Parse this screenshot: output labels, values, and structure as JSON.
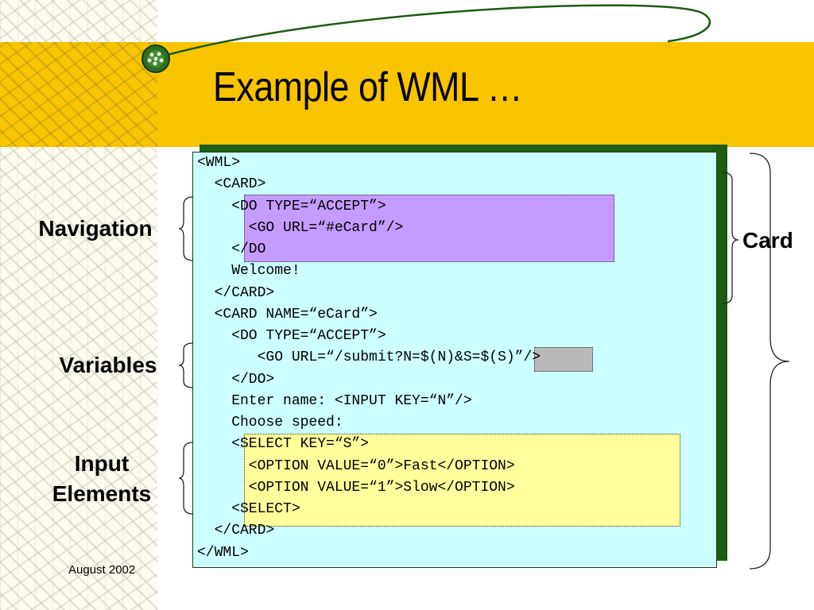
{
  "slide": {
    "title": "Example of WML …",
    "footer_date": "August 2002"
  },
  "labels": {
    "navigation": "Navigation",
    "variables": "Variables",
    "input_line1": "Input",
    "input_line2": "Elements",
    "card": "Card"
  },
  "code_lines": [
    "<WML>",
    "  <CARD>",
    "    <DO TYPE=“ACCEPT”>",
    "      <GO URL=“#eCard”/>",
    "    </DO",
    "    Welcome!",
    "  </CARD>",
    "  <CARD NAME=“eCard”>",
    "    <DO TYPE=“ACCEPT”>",
    "       <GO URL=“/submit?N=$(N)&S=$(S)”/>",
    "    </DO>",
    "    Enter name: <INPUT KEY=“N”/>",
    "    Choose speed:",
    "    <SELECT KEY=“S”>",
    "      <OPTION VALUE=“0”>Fast</OPTION>",
    "      <OPTION VALUE=“1”>Slow</OPTION>",
    "    <SELECT>",
    "  </CARD>",
    "</WML>"
  ],
  "colors": {
    "title_band": "#f8c400",
    "code_background": "#ccffff",
    "code_shadow": "#1f5d14",
    "navigation_highlight": "#c49cff",
    "variables_highlight": "#b9b9b9",
    "input_highlight": "#ffff9c",
    "swoosh": "#1e5a14"
  }
}
